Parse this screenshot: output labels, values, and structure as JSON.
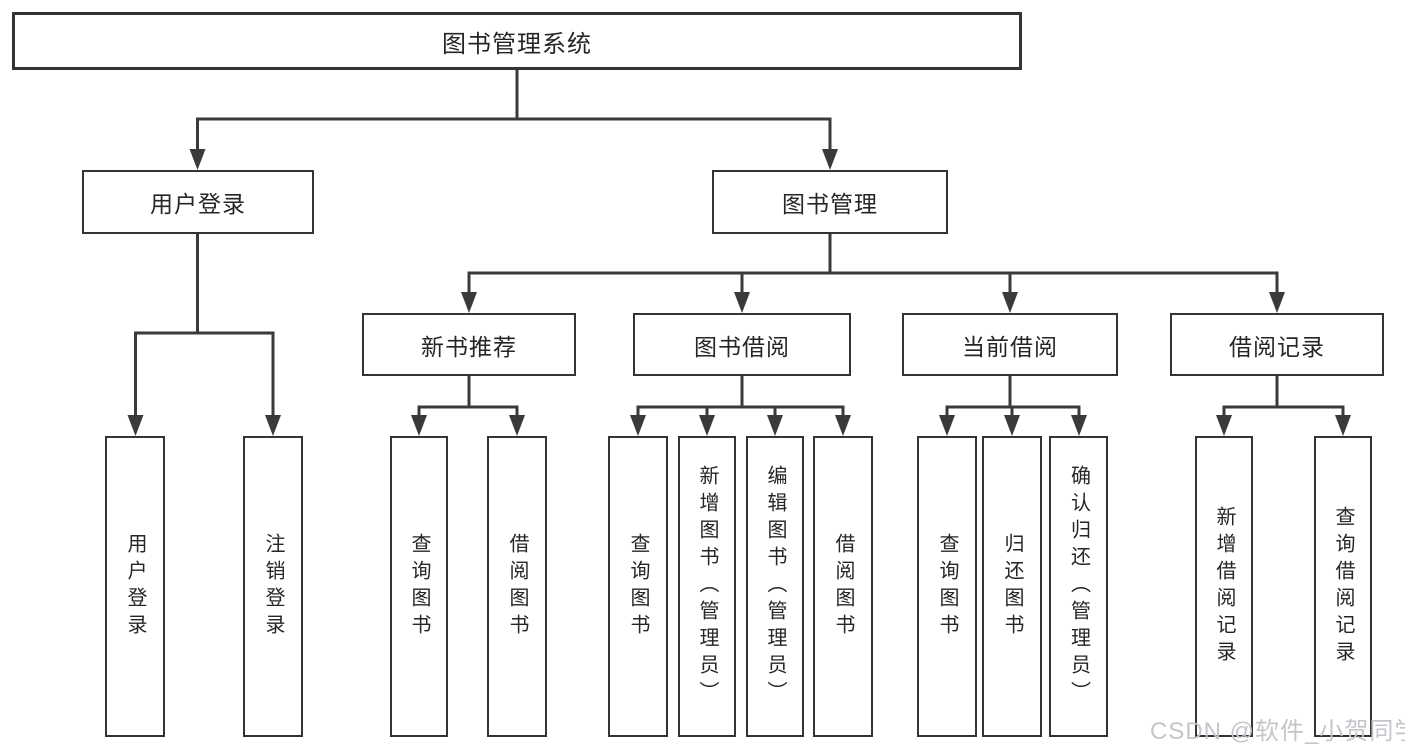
{
  "tree": {
    "label": "图书管理系统",
    "children": [
      {
        "label": "用户登录",
        "children": [
          {
            "label": "用户登录"
          },
          {
            "label": "注销登录"
          }
        ]
      },
      {
        "label": "图书管理",
        "children": [
          {
            "label": "新书推荐",
            "children": [
              {
                "label": "查询图书"
              },
              {
                "label": "借阅图书"
              }
            ]
          },
          {
            "label": "图书借阅",
            "children": [
              {
                "label": "查询图书"
              },
              {
                "label": "新增图书（管理员）"
              },
              {
                "label": "编辑图书（管理员）"
              },
              {
                "label": "借阅图书"
              }
            ]
          },
          {
            "label": "当前借阅",
            "children": [
              {
                "label": "查询图书"
              },
              {
                "label": "归还图书"
              },
              {
                "label": "确认归还（管理员）"
              }
            ]
          },
          {
            "label": "借阅记录",
            "children": [
              {
                "label": "新增借阅记录"
              },
              {
                "label": "查询借阅记录"
              }
            ]
          }
        ]
      }
    ]
  },
  "watermark": {
    "text": "CSDN @软件_小贺同学"
  },
  "colors": {
    "line": "#3a3a3a",
    "box_border": "#343434",
    "text": "#262626",
    "watermark": "#c3c6ca",
    "background": "#ffffff"
  }
}
